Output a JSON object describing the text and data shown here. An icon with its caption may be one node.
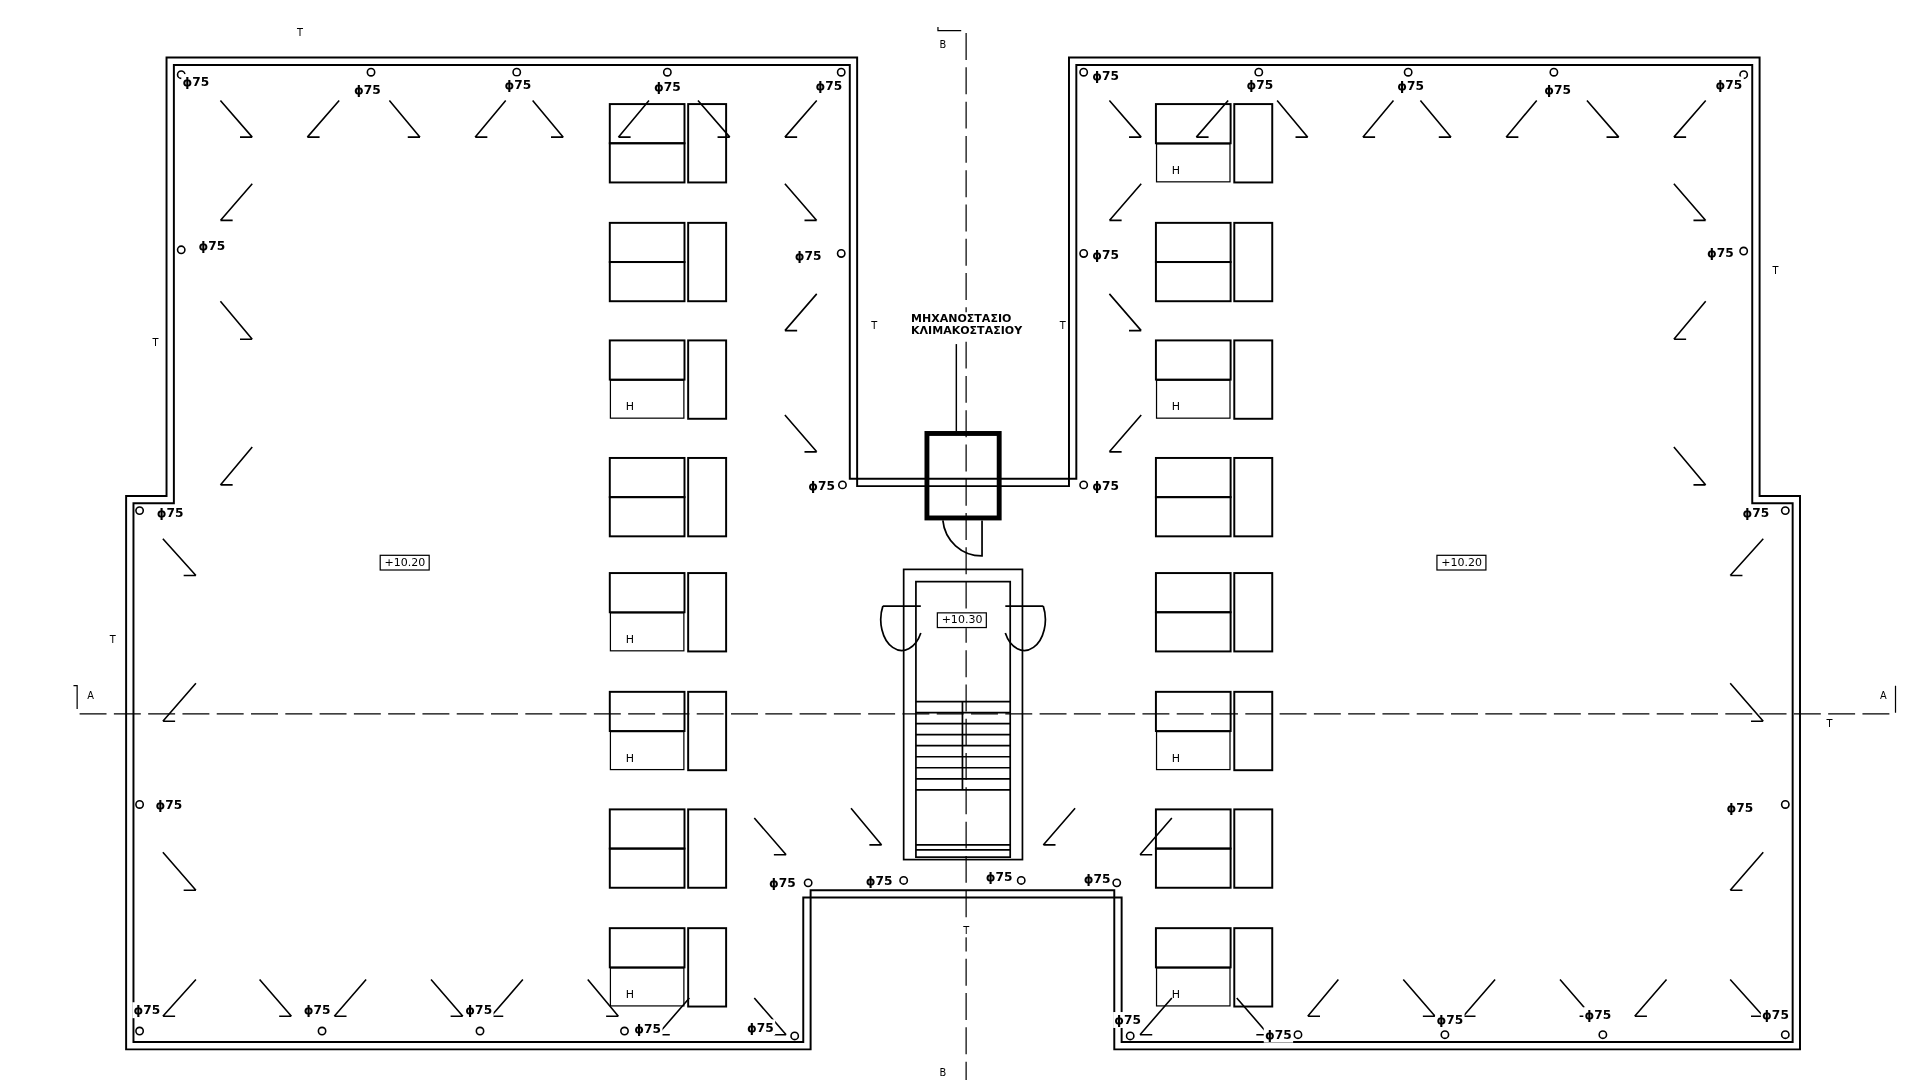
{
  "diagram": {
    "nodes": [
      {
        "text": [
          "H"
        ]
      },
      {
        "text": [
          "ΜΗΧΑΝΟΣΤΑΣΙΟ ΚΛΙΜΑΚΟΣΤΑΣΙΟΥ"
        ]
      },
      {
        "text": [
          "H"
        ]
      },
      {
        "text": [
          "H"
        ]
      },
      {
        "text": [],
        "shape": "box"
      },
      {
        "text": [
          "+10.20"
        ]
      },
      {
        "text": [
          "+10.20"
        ]
      },
      {
        "text": [
          "+10.30"
        ]
      },
      {
        "text": [
          "H"
        ]
      },
      {
        "text": [
          "H"
        ]
      },
      {
        "text": [
          "H"
        ]
      },
      {
        "text": [
          "H"
        ]
      },
      {
        "text": [
          "H"
        ]
      }
    ],
    "edges": [
      {
        "from": 1,
        "to": 4,
        "arrow": "none"
      }
    ],
    "labels": [
      "T",
      "B",
      "ϕ75",
      "ϕ75",
      "ϕ75",
      "ϕ75",
      "ϕ75",
      "ϕ75",
      "ϕ75",
      "ϕ75",
      "ϕ75",
      "ϕ75",
      "ϕ75",
      "ϕ75",
      "ϕ75",
      "ϕ75",
      "T",
      "T",
      "T",
      "T",
      "ϕ75",
      "ϕ75",
      "ϕ75",
      "ϕ75",
      "T",
      "A",
      "A",
      "T",
      "ϕ75",
      "ϕ75",
      "ϕ75",
      "ϕ75",
      "ϕ75",
      "ϕ75",
      "T",
      "ϕ75",
      "ϕ75",
      "ϕ75",
      "ϕ75",
      "ϕ75",
      "ϕ75",
      "ϕ75",
      "ϕ75",
      "ϕ75",
      "ϕ75",
      "B"
    ]
  }
}
